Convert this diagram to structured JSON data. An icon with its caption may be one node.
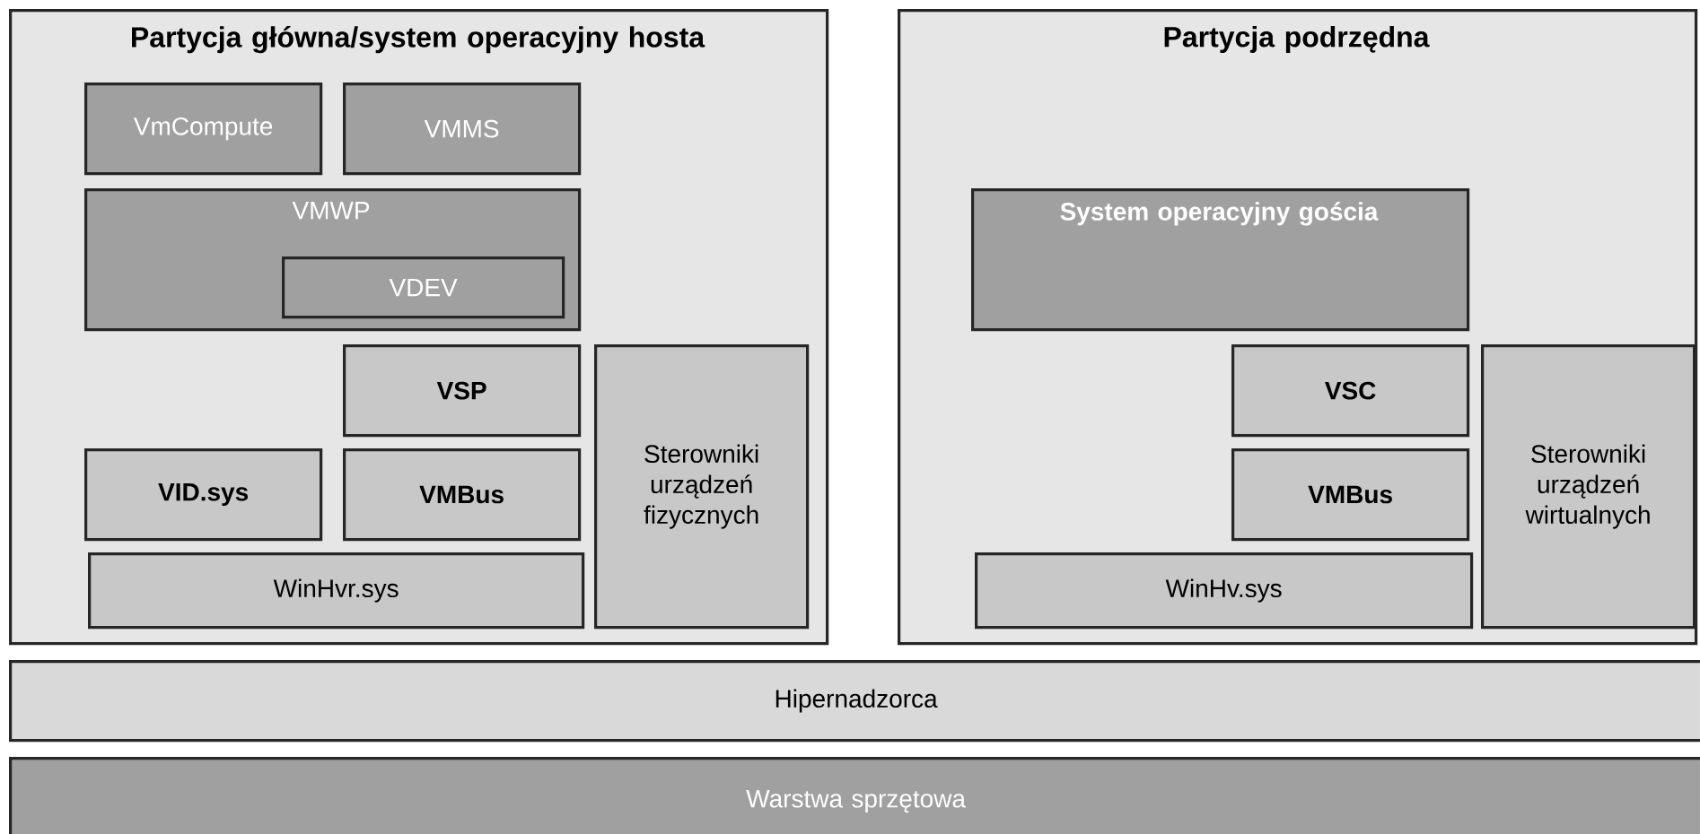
{
  "diagram": {
    "nodes": [
      {
        "text": [
          "Partycja główna/system operacyjny hosta"
        ]
      },
      {
        "text": [
          "VmCompute"
        ],
        "in": 0
      },
      {
        "text": [
          "VMMS"
        ],
        "in": 0
      },
      {
        "text": [
          "VMWP"
        ],
        "in": 0
      },
      {
        "text": [
          "VDEV"
        ],
        "in": 3
      },
      {
        "text": [
          "VSP"
        ],
        "in": 0
      },
      {
        "text": [
          "VID.sys"
        ],
        "in": 0
      },
      {
        "text": [
          "VMBus"
        ],
        "in": 0
      },
      {
        "text": [
          "WinHvr.sys"
        ],
        "in": 0
      },
      {
        "text": [
          "Sterowniki urządzeń fizycznych"
        ],
        "in": 0
      },
      {
        "text": [
          "Partycja podrzędna"
        ]
      },
      {
        "text": [
          "System operacyjny gościa"
        ],
        "in": 10
      },
      {
        "text": [
          "VSC"
        ],
        "in": 10
      },
      {
        "text": [
          "VMBus"
        ],
        "in": 10
      },
      {
        "text": [
          "WinHv.sys"
        ],
        "in": 10
      },
      {
        "text": [
          "Sterowniki urządzeń wirtualnych"
        ],
        "in": 10
      },
      {
        "text": [
          "Hipernadzorca"
        ]
      },
      {
        "text": [
          "Warstwa sprzętowa"
        ]
      }
    ]
  }
}
